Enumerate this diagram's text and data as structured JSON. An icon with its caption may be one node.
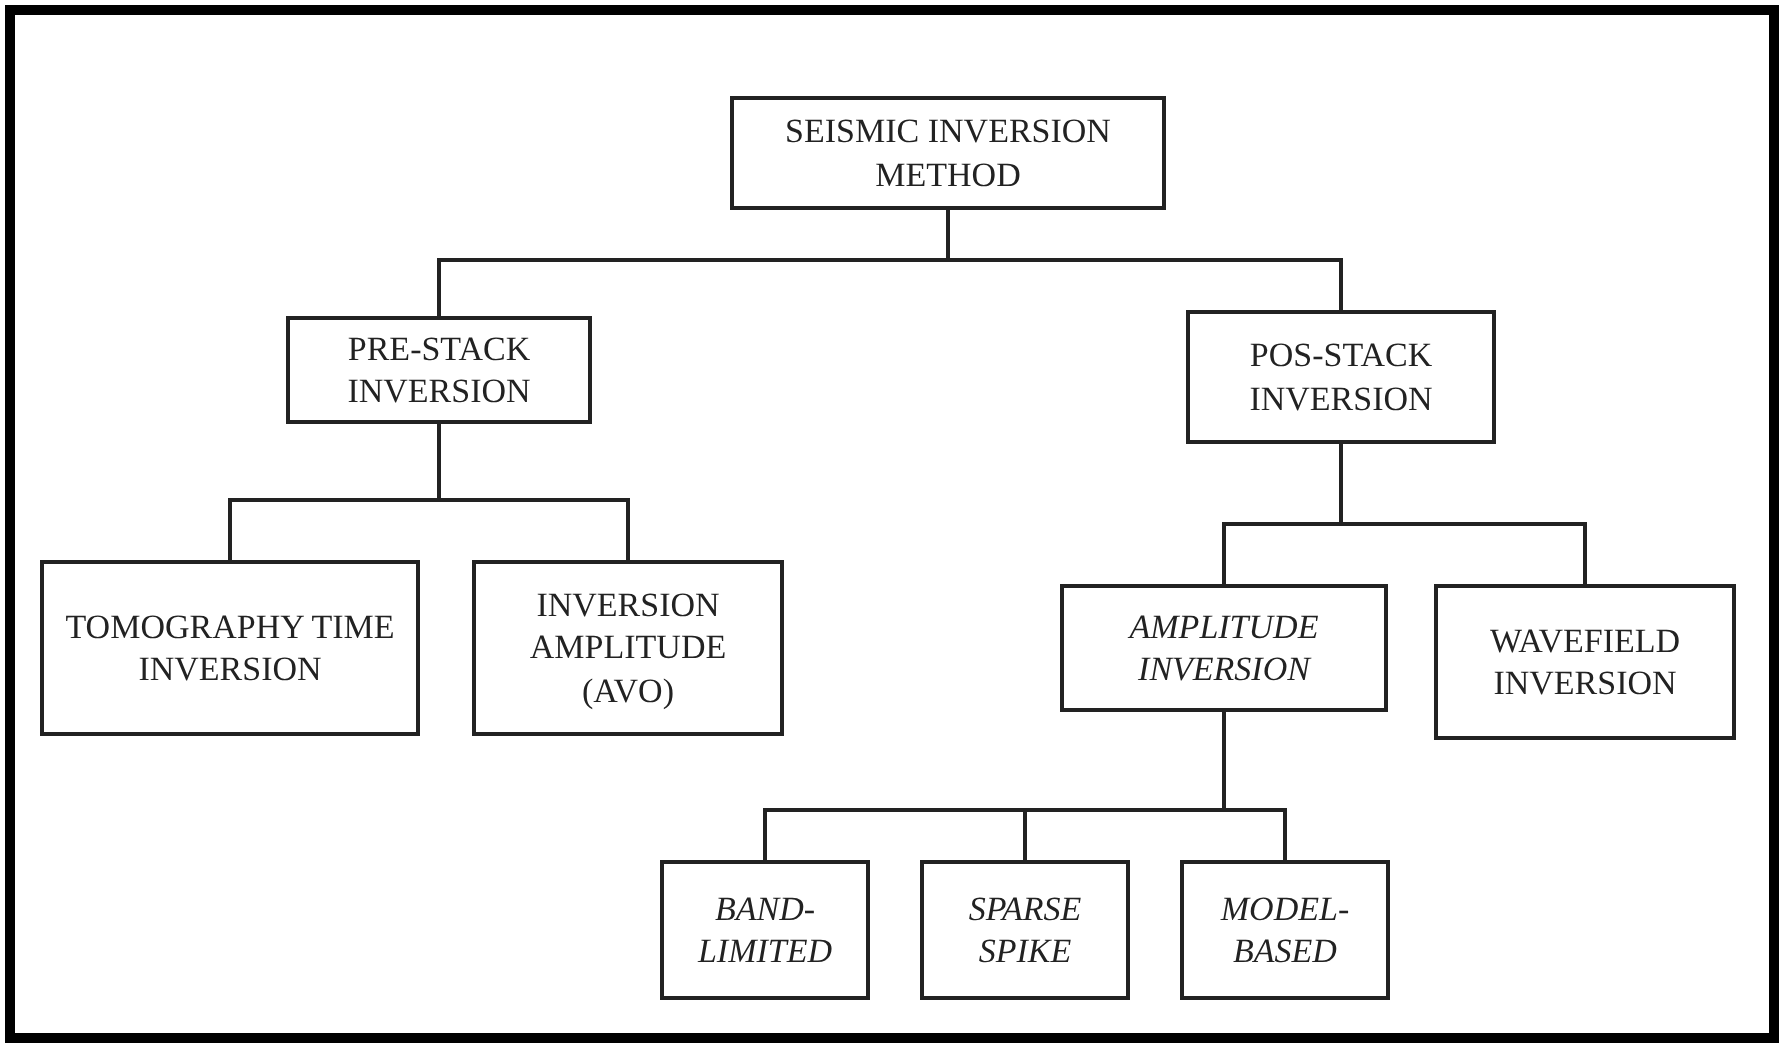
{
  "diagram": {
    "nodes": [
      {
        "text": [
          "SEISMIC INVERSION METHOD"
        ]
      },
      {
        "text": [
          "PRE-STACK INVERSION"
        ]
      },
      {
        "text": [
          "POS-STACK INVERSION"
        ]
      },
      {
        "text": [
          "TOMOGRAPHY TIME INVERSION"
        ]
      },
      {
        "text": [
          "INVERSION AMPLITUDE (AVO)"
        ]
      },
      {
        "text": [
          "AMPLITUDE INVERSION"
        ]
      },
      {
        "text": [
          "WAVEFIELD INVERSION"
        ]
      },
      {
        "text": [
          "BAND-LIMITED"
        ]
      },
      {
        "text": [
          "SPARSE SPIKE"
        ]
      },
      {
        "text": [
          "MODEL-BASED"
        ]
      }
    ],
    "edges": [
      {
        "from": 0,
        "to": 1,
        "arrow": "none"
      },
      {
        "from": 0,
        "to": 2,
        "arrow": "none"
      },
      {
        "from": 1,
        "to": 3,
        "arrow": "none"
      },
      {
        "from": 1,
        "to": 4,
        "arrow": "none"
      },
      {
        "from": 2,
        "to": 5,
        "arrow": "none"
      },
      {
        "from": 2,
        "to": 6,
        "arrow": "none"
      },
      {
        "from": 5,
        "to": 7,
        "arrow": "none"
      },
      {
        "from": 5,
        "to": 8,
        "arrow": "none"
      },
      {
        "from": 5,
        "to": 9,
        "arrow": "none"
      }
    ]
  }
}
